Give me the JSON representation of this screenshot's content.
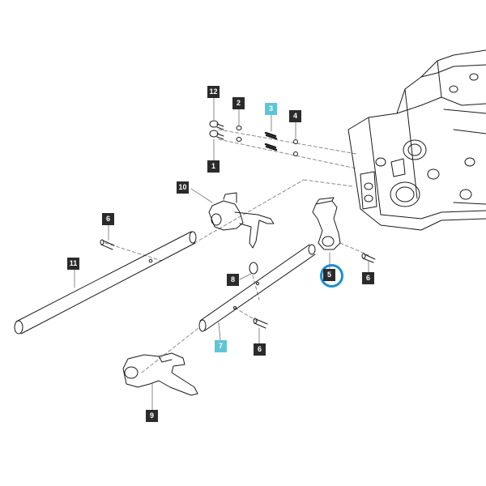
{
  "colors": {
    "line": "#1a1a1a",
    "leader": "#8a8a8a",
    "callout_bg": "#2b2b2b",
    "callout_highlight_bg": "#5ec5d6",
    "callout_text": "#ffffff",
    "selection_ring": "#1e8fcf"
  },
  "selected_part": "5",
  "callouts": {
    "c12": "12",
    "c2": "2",
    "c3": "3",
    "c4": "4",
    "c1": "1",
    "c10": "10",
    "c6a": "6",
    "c11": "11",
    "c8": "8",
    "c5": "5",
    "c6b": "6",
    "c7": "7",
    "c6c": "6",
    "c9": "9"
  }
}
